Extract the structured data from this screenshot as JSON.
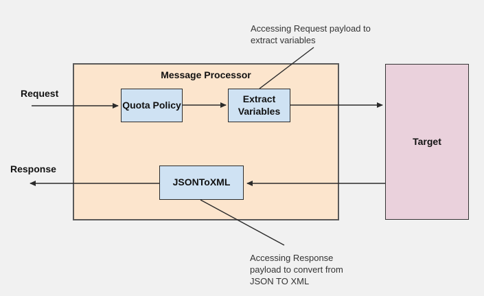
{
  "diagram": {
    "container": {
      "title": "Message Processor"
    },
    "nodes": {
      "quota_policy": {
        "label": "Quota Policy"
      },
      "extract_variables": {
        "label": "Extract Variables"
      },
      "json_to_xml": {
        "label": "JSONToXML"
      },
      "target": {
        "label": "Target"
      }
    },
    "flow_labels": {
      "request": "Request",
      "response": "Response"
    },
    "annotations": {
      "request_payload": "Accessing Request payload to extract variables",
      "response_payload": "Accessing Response payload to convert from JSON TO XML"
    },
    "colors": {
      "background": "#f1f1f1",
      "container_fill": "#fce5cd",
      "container_border": "#595959",
      "policy_fill": "#cfe2f3",
      "policy_border": "#2b2b2b",
      "target_fill": "#ead1dc",
      "target_border": "#333333",
      "line": "#2b2b2b",
      "text": "#111111",
      "annotation_text": "#333333"
    }
  }
}
